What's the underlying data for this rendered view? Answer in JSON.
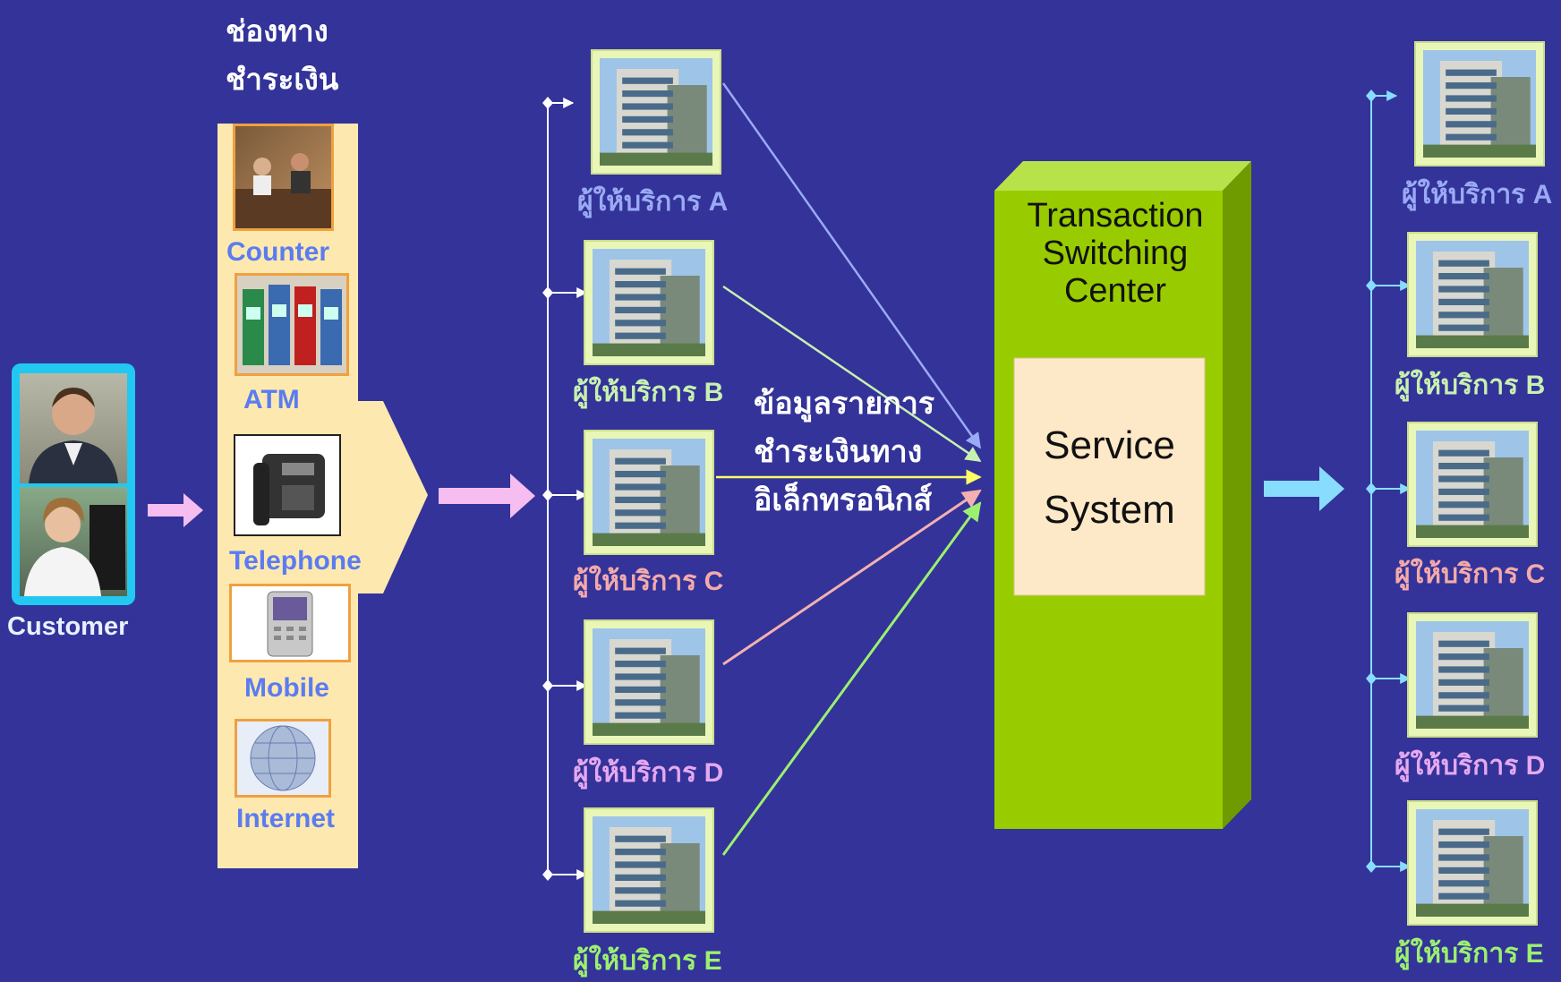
{
  "channels_title_line1": "ช่องทาง",
  "channels_title_line2": "ชำระเงิน",
  "customer_label": "Customer",
  "channels": [
    {
      "label": "Counter"
    },
    {
      "label": "ATM"
    },
    {
      "label": "Telephone"
    },
    {
      "label": "Mobile"
    },
    {
      "label": "Internet"
    }
  ],
  "providers": [
    {
      "label": "ผู้ให้บริการ A",
      "color": "#9aaaf5"
    },
    {
      "label": "ผู้ให้บริการ B",
      "color": "#c8f0b0"
    },
    {
      "label": "ผู้ให้บริการ C",
      "color": "#f4aaaa"
    },
    {
      "label": "ผู้ให้บริการ D",
      "color": "#e6a8f0"
    },
    {
      "label": "ผู้ให้บริการ E",
      "color": "#9cf070"
    }
  ],
  "flow_text": [
    "ข้อมูลรายการ",
    "ชำระเงินทาง",
    "อิเล็กทรอนิกส์"
  ],
  "center": {
    "title_line1": "Transaction",
    "title_line2": "Switching",
    "title_line3": "Center",
    "service_line1": "Service",
    "service_line2": "System"
  },
  "colors": {
    "background": "#333399",
    "channel_panel": "#fde9b0",
    "center_green": "#99cc00",
    "service_box": "#fde9c8",
    "arrow_pink": "#f5bdf0",
    "arrow_cyan": "#88ddff"
  }
}
